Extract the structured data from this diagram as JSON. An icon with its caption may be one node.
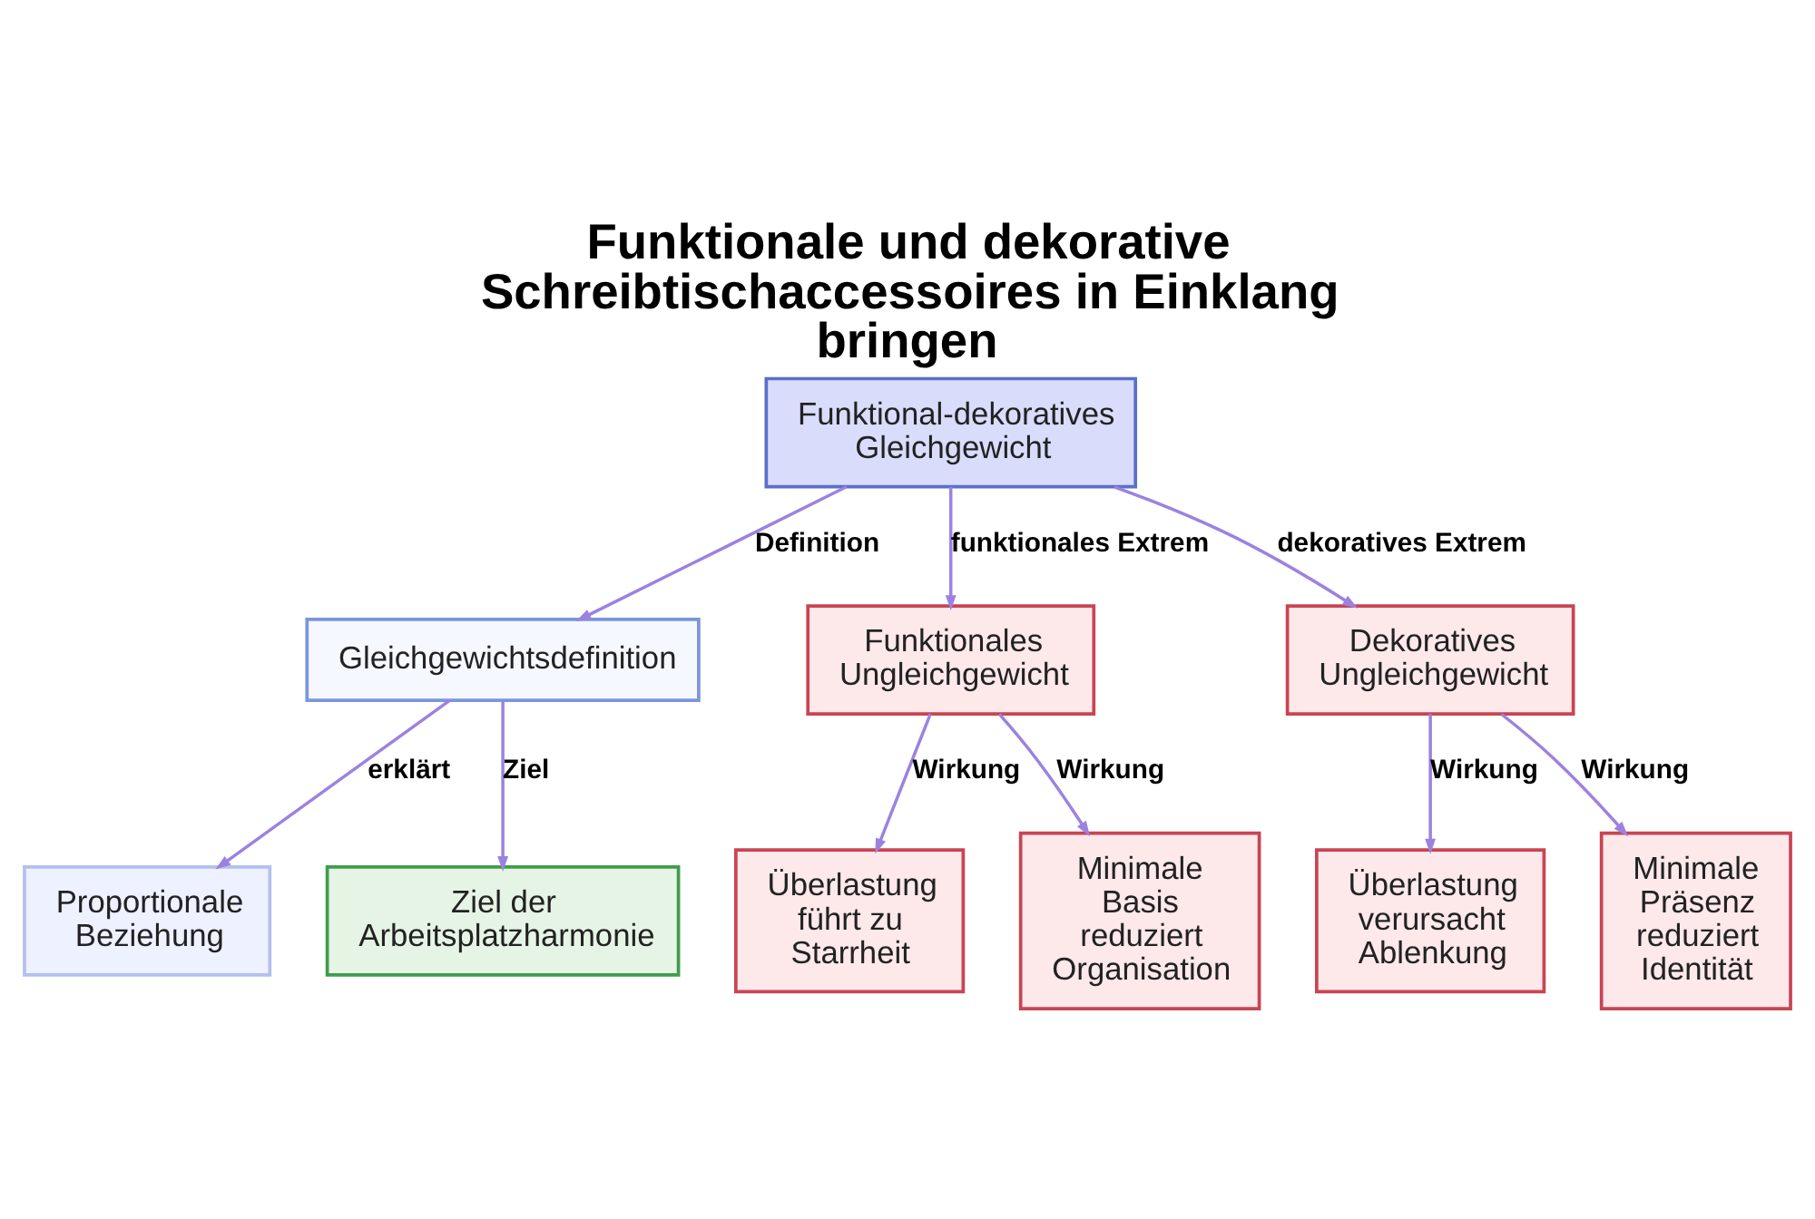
{
  "diagram": {
    "title": "Funktionale und dekorative Schreibtischaccessoires in Einklang bringen",
    "nodes": [
      {
        "text": [
          "Funktional-dekoratives Gleichgewicht"
        ]
      },
      {
        "text": [
          "Gleichgewichtsdefinition"
        ]
      },
      {
        "text": [
          "Funktionales Ungleichgewicht"
        ]
      },
      {
        "text": [
          "Dekoratives Ungleichgewicht"
        ]
      },
      {
        "text": [
          "Proportionale Beziehung"
        ]
      },
      {
        "text": [
          "Ziel der Arbeitsplatzharmonie"
        ]
      },
      {
        "text": [
          "Überlastung führt zu Starrheit"
        ]
      },
      {
        "text": [
          "Minimale Basis reduziert Organisation"
        ]
      },
      {
        "text": [
          "Überlastung verursacht Ablenkung"
        ]
      },
      {
        "text": [
          "Minimale Präsenz reduziert Identität"
        ]
      }
    ],
    "edges": [
      {
        "from": 0,
        "to": 1,
        "arrow": "to",
        "label": "Definition"
      },
      {
        "from": 0,
        "to": 2,
        "arrow": "to",
        "label": "funktionales Extrem"
      },
      {
        "from": 0,
        "to": 3,
        "arrow": "to",
        "label": "dekoratives Extrem"
      },
      {
        "from": 1,
        "to": 4,
        "arrow": "to",
        "label": "erklärt"
      },
      {
        "from": 1,
        "to": 5,
        "arrow": "to",
        "label": "Ziel"
      },
      {
        "from": 2,
        "to": 6,
        "arrow": "to",
        "label": "Wirkung"
      },
      {
        "from": 2,
        "to": 7,
        "arrow": "to",
        "label": "Wirkung"
      },
      {
        "from": 3,
        "to": 8,
        "arrow": "to",
        "label": "Wirkung"
      },
      {
        "from": 3,
        "to": 9,
        "arrow": "to",
        "label": "Wirkung"
      }
    ]
  }
}
